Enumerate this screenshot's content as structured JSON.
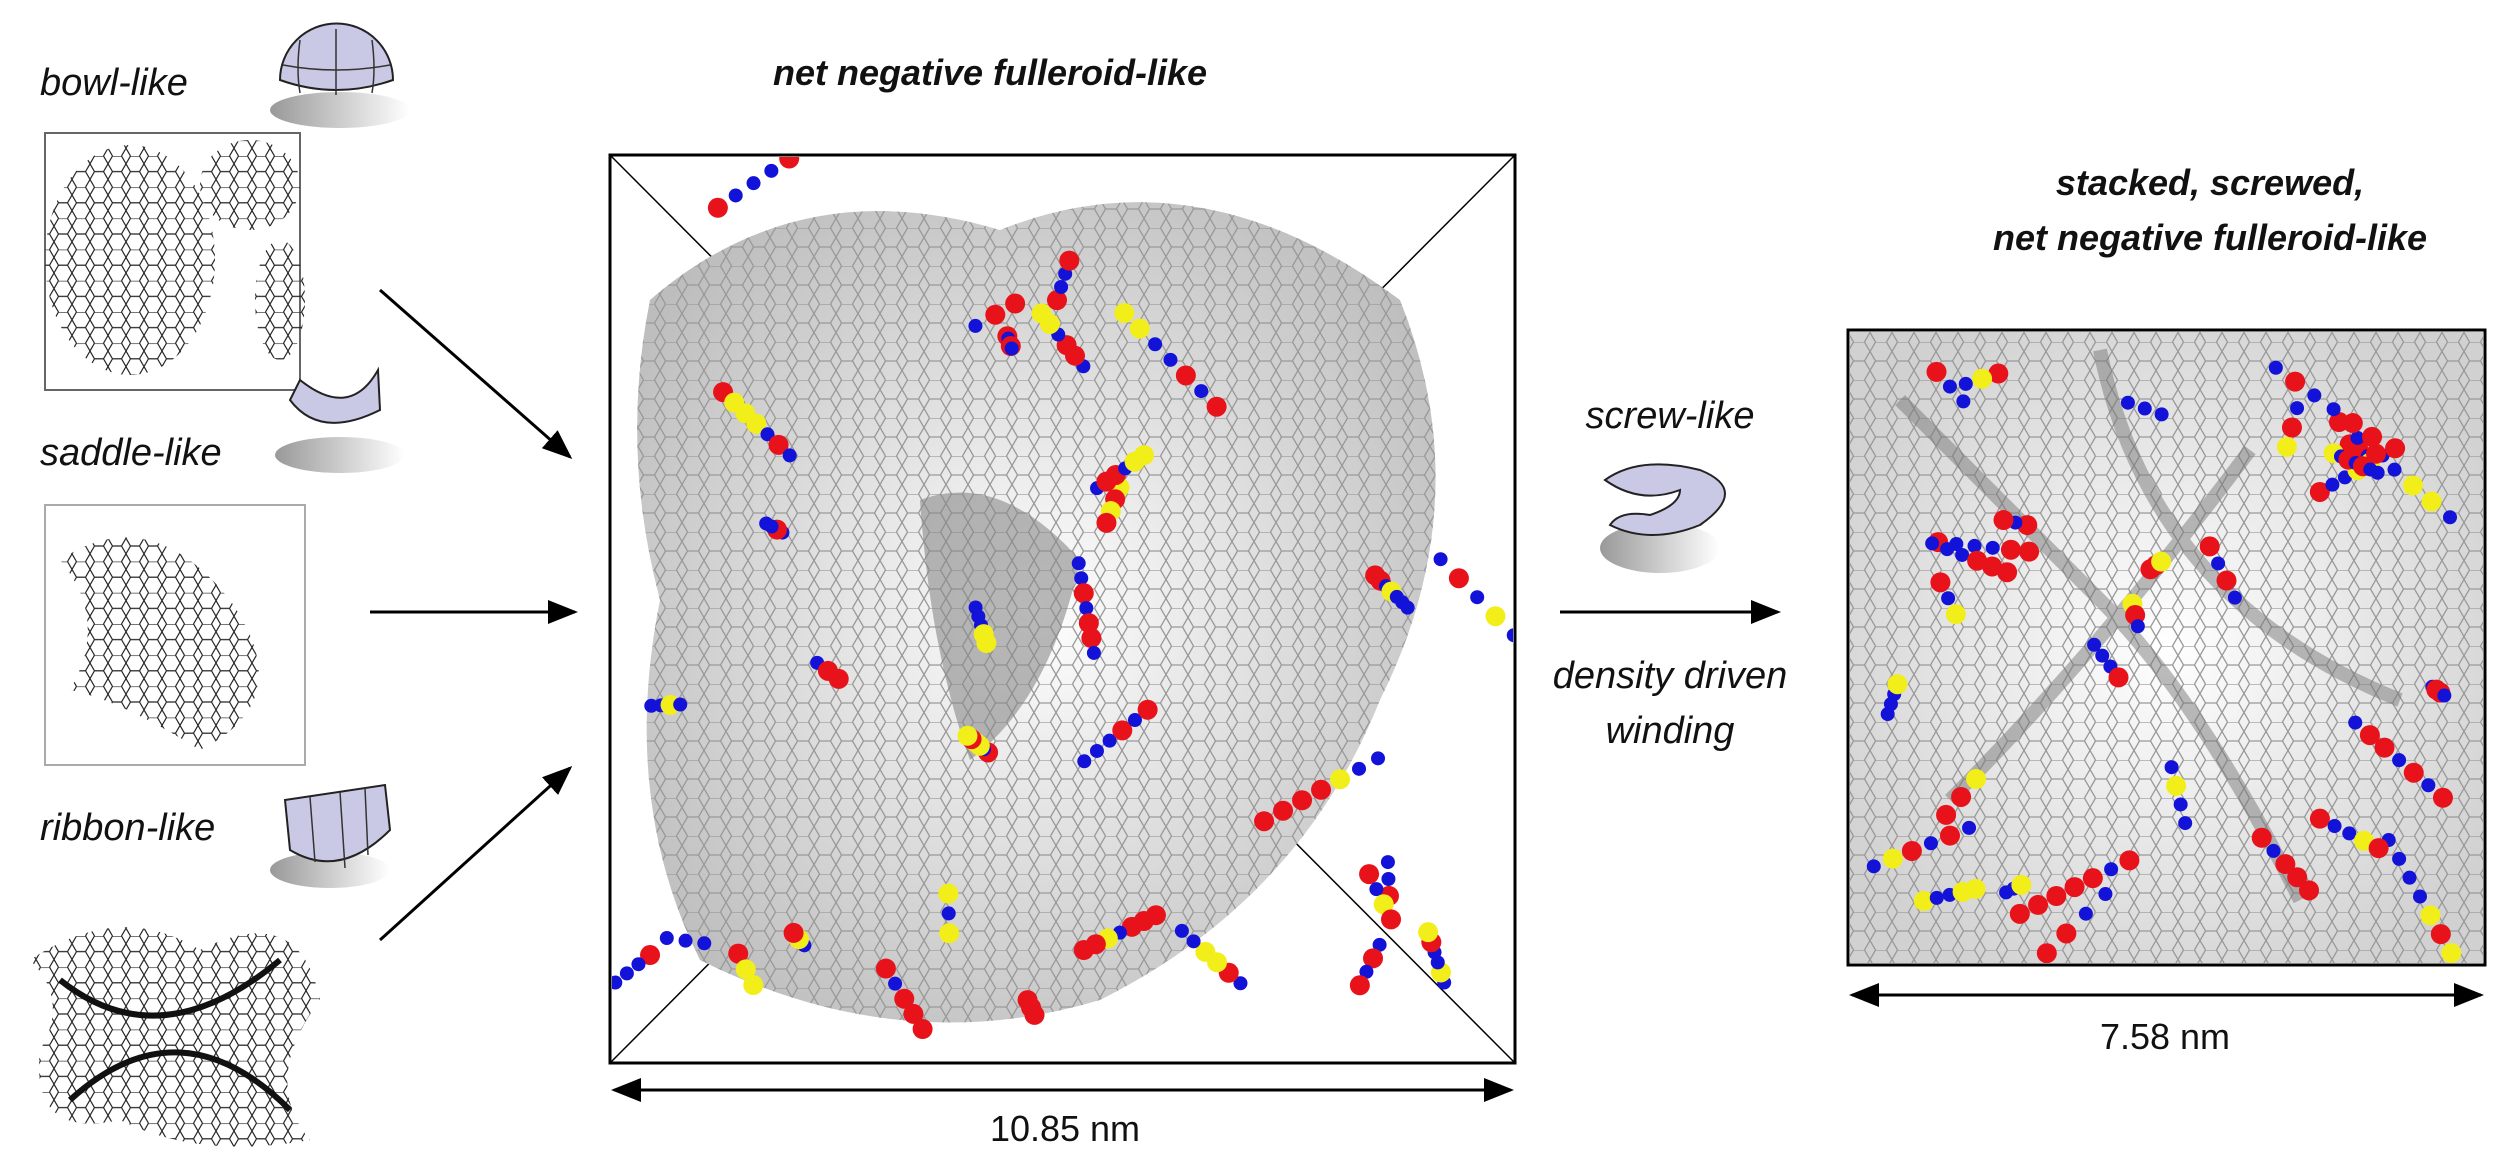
{
  "left_panels": [
    {
      "label": "bowl-like",
      "icon": "dome-icon"
    },
    {
      "label": "saddle-like",
      "icon": "saddle-icon"
    },
    {
      "label": "ribbon-like",
      "icon": "half-cylinder-icon"
    }
  ],
  "center": {
    "title": "net negative fulleroid-like",
    "dimension": "10.85 nm"
  },
  "transition": {
    "label_top": "screw-like",
    "icon": "helicoid-icon",
    "label_bottom_1": "density driven",
    "label_bottom_2": "winding"
  },
  "right": {
    "title_1": "stacked, screwed,",
    "title_2": "net negative fulleroid-like",
    "dimension": "7.58 nm"
  },
  "colors": {
    "defect_red": "#e8121b",
    "defect_blue": "#1212d8",
    "defect_yellow": "#f2ee1a",
    "lattice": "#8a8a8a",
    "icon_fill": "#c9c9e6"
  }
}
